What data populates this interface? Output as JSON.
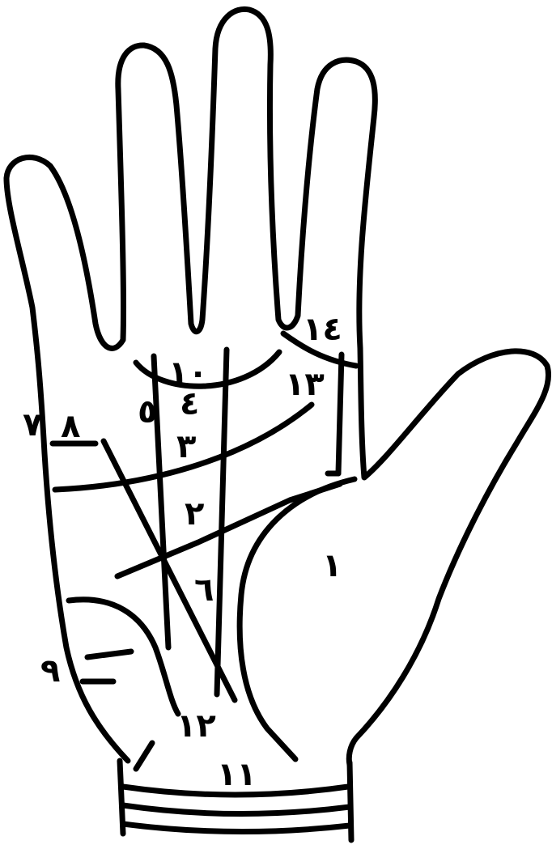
{
  "colors": {
    "ink": "#000000",
    "paper": "#ffffff"
  },
  "labels": {
    "l1": "١",
    "l2": "٢",
    "l3": "٣",
    "l4": "٤",
    "l5": "٥",
    "l6": "٦",
    "l7": "٧",
    "l8": "٨",
    "l9": "٩",
    "l10": "١٠",
    "l11": "١١",
    "l12": "١٢",
    "l13": "١٣",
    "l14": "١٤"
  }
}
